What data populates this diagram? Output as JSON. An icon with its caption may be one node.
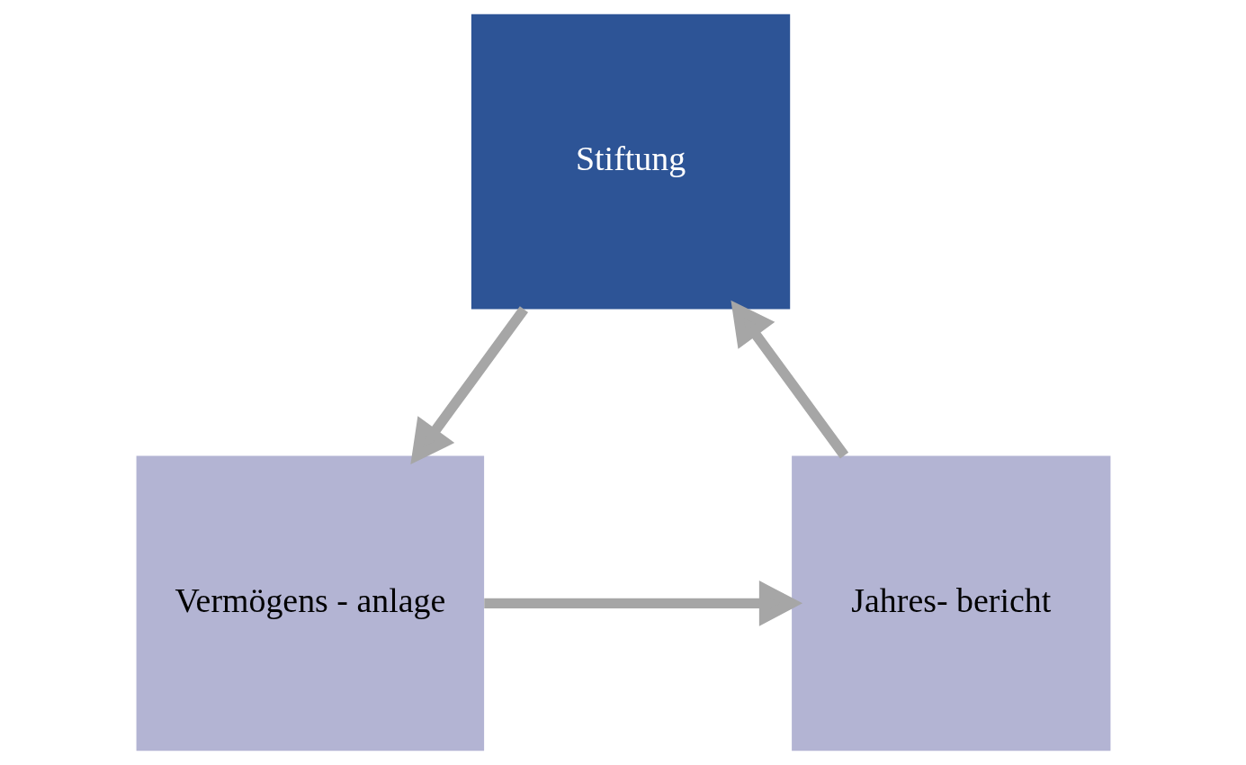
{
  "diagram": {
    "nodes": [
      {
        "text": [
          "Stiftung"
        ]
      },
      {
        "text": [
          "Jahres- bericht"
        ]
      },
      {
        "text": [
          "Vermögens - anlage"
        ]
      }
    ],
    "edges": [
      {
        "from": 0,
        "to": 2,
        "arrow": "to"
      },
      {
        "from": 2,
        "to": 1,
        "arrow": "to"
      },
      {
        "from": 1,
        "to": 0,
        "arrow": "to"
      }
    ]
  }
}
